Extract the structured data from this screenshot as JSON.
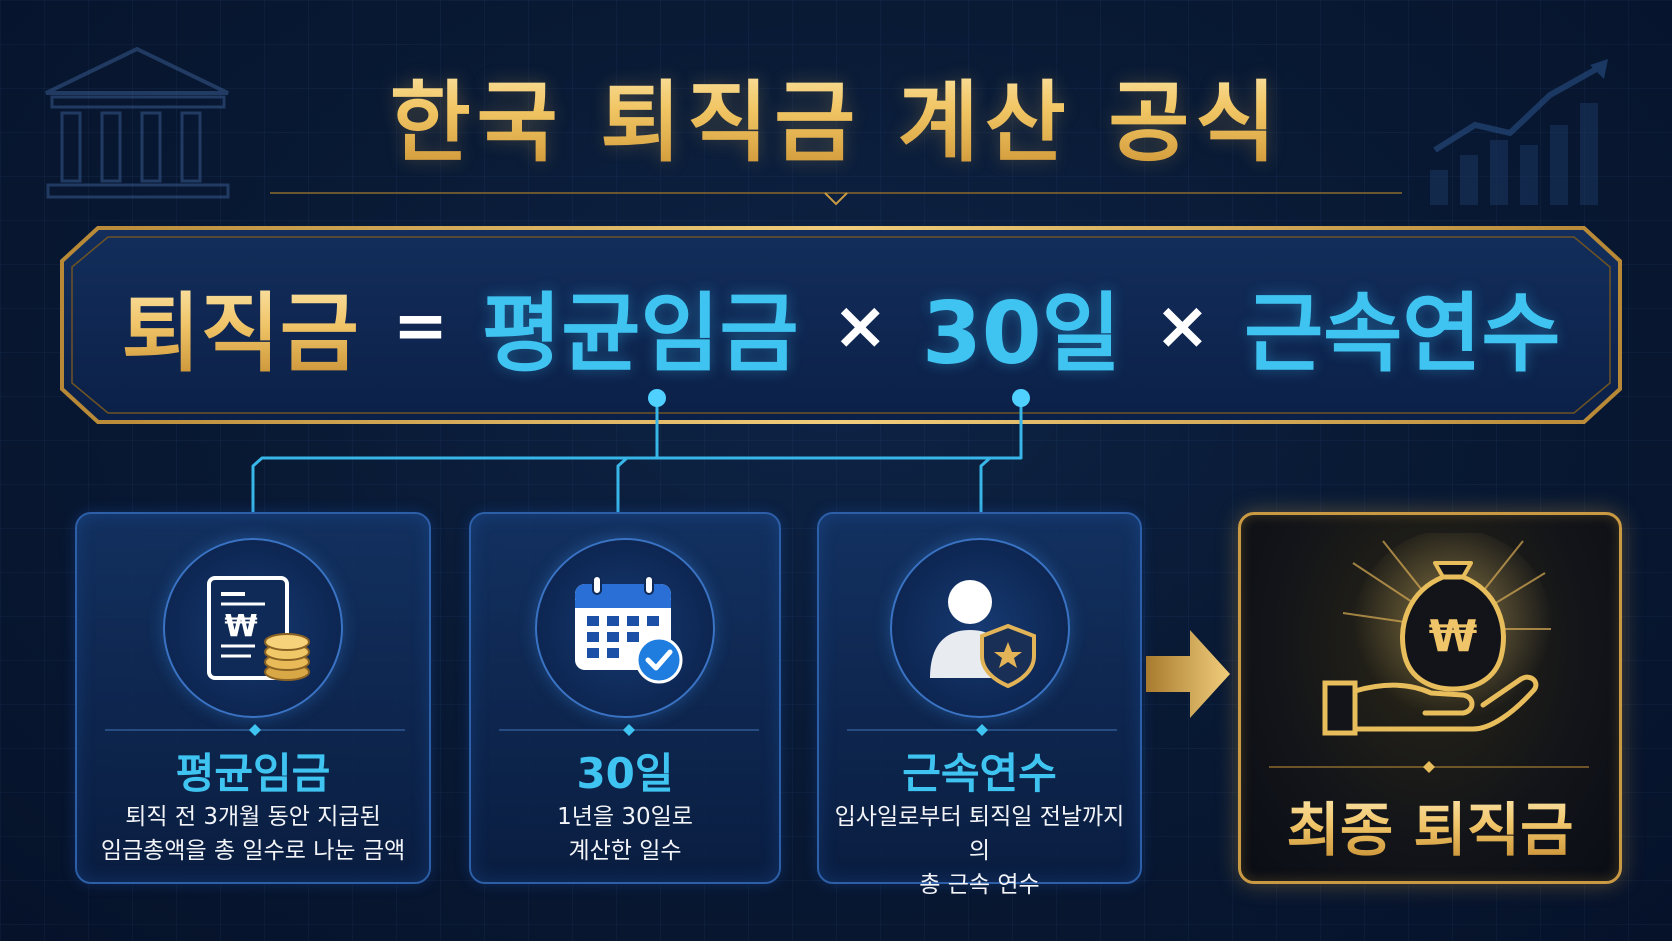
{
  "title": "한국 퇴직금 계산 공식",
  "formula": {
    "result": "퇴직금",
    "equals": "=",
    "term1": "평균임금",
    "times1": "×",
    "term2": "30일",
    "times2": "×",
    "term3": "근속연수"
  },
  "cards": [
    {
      "title": "평균임금",
      "desc_line1": "퇴직 전 3개월 동안 지급된",
      "desc_line2": "임금총액을 총 일수로 나눈 금액",
      "icon": "wage-document-coins-icon"
    },
    {
      "title": "30일",
      "desc_line1": "1년을 30일로",
      "desc_line2": "계산한 일수",
      "icon": "calendar-check-icon"
    },
    {
      "title": "근속연수",
      "desc_line1": "입사일로부터 퇴직일 전날까지의",
      "desc_line2": "총 근속 연수",
      "icon": "employee-badge-icon"
    }
  ],
  "final": {
    "label": "최종 퇴직금",
    "icon": "money-bag-hand-icon",
    "currency_symbol": "₩"
  },
  "colors": {
    "gold": "#f0c468",
    "blue": "#3fc4f2",
    "background": "#091a35",
    "card_border": "#2d5fa8"
  }
}
